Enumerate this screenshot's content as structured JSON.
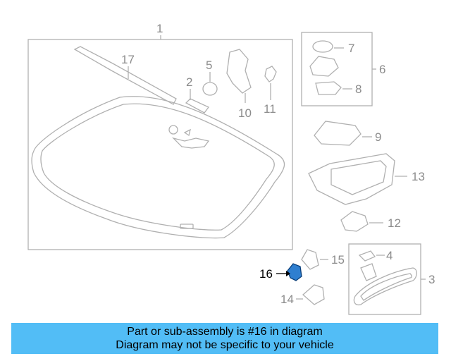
{
  "diagram": {
    "callouts": {
      "c1": "1",
      "c2": "2",
      "c3": "3",
      "c4": "4",
      "c5": "5",
      "c6": "6",
      "c7": "7",
      "c8": "8",
      "c9": "9",
      "c10": "10",
      "c11": "11",
      "c12": "12",
      "c13": "13",
      "c14": "14",
      "c15": "15",
      "c16": "16",
      "c17": "17"
    },
    "highlighted_part": "16",
    "colors": {
      "line": "#b0b0b0",
      "highlight": "#1a6fc4",
      "banner": "#52bdf6"
    }
  },
  "banner": {
    "line1": "Part or sub-assembly is #16 in diagram",
    "line2": "Diagram may not be specific to your vehicle"
  }
}
